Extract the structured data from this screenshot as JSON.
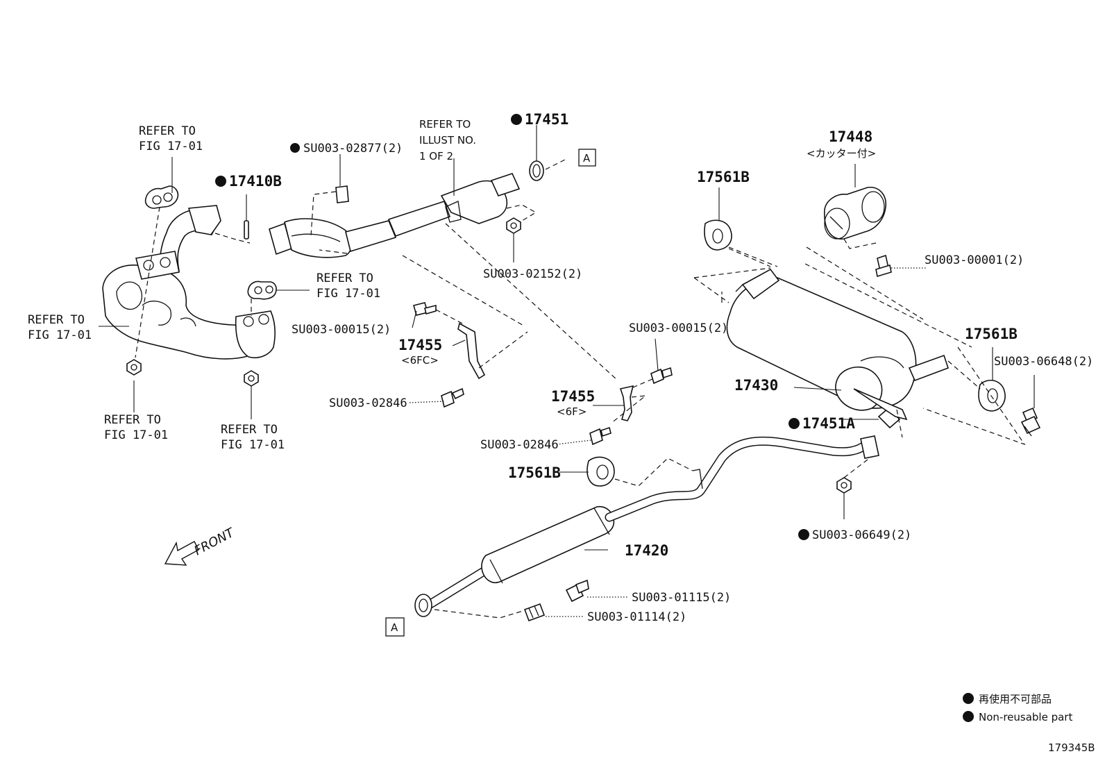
{
  "refer_fig": "REFER TO\nFIG 17-01",
  "refer_illust": "REFER TO\nILLUST NO.\n1 OF 2",
  "parts": {
    "p17451": "17451",
    "pA": "A",
    "su02877": "SU003-02877(2)",
    "p17410b": "17410B",
    "su02152": "SU003-02152(2)",
    "p17448": "17448",
    "p17448_sub": "<カッター付>",
    "p17561b": "17561B",
    "su00001": "SU003-00001(2)",
    "su00015": "SU003-00015(2)",
    "p17455": "17455",
    "p6fc": "<6FC>",
    "p6f": "<6F>",
    "su02846": "SU003-02846",
    "p17430": "17430",
    "su06648": "SU003-06648(2)",
    "p17451a": "17451A",
    "su06649": "SU003-06649(2)",
    "p17420": "17420",
    "su01115": "SU003-01115(2)",
    "su01114": "SU003-01114(2)",
    "front": "FRONT"
  },
  "legend": {
    "jp": "再使用不可部品",
    "en": "Non-reusable part"
  },
  "figure_id": "179345B",
  "colors": {
    "ink": "#111111",
    "paper": "#ffffff"
  },
  "icons": {
    "non_reusable": "filled-circle-icon",
    "front": "arrow-icon"
  }
}
